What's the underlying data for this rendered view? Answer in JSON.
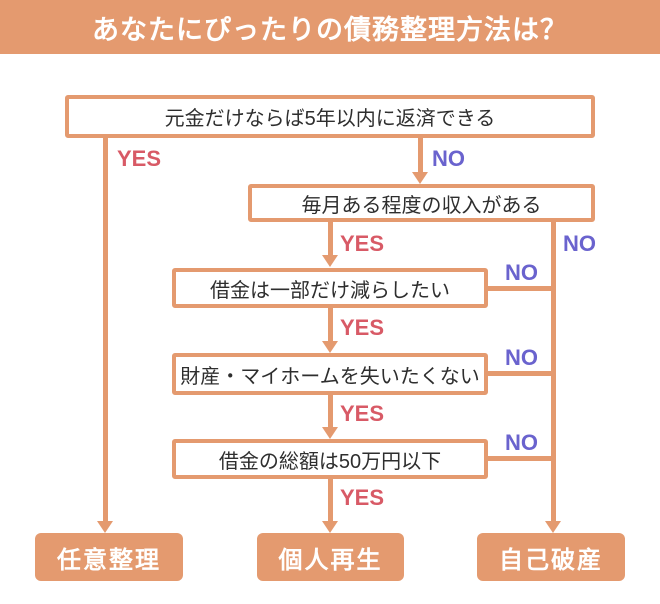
{
  "title": "あなたにぴったりの債務整理方法は？",
  "labels": {
    "yes": "YES",
    "no": "NO"
  },
  "questions": [
    {
      "id": "q1",
      "text": "元金だけならば5年以内に返済できる"
    },
    {
      "id": "q2",
      "text": "毎月ある程度の収入がある"
    },
    {
      "id": "q3",
      "text": "借金は一部だけ減らしたい"
    },
    {
      "id": "q4",
      "text": "財産・マイホームを失いたくない"
    },
    {
      "id": "q5",
      "text": "借金の総額は50万円以下"
    }
  ],
  "results": [
    {
      "id": "r1",
      "text": "任意整理"
    },
    {
      "id": "r2",
      "text": "個人再生"
    },
    {
      "id": "r3",
      "text": "自己破産"
    }
  ],
  "edges": [
    {
      "from": "q1",
      "answer": "YES",
      "to": "r1"
    },
    {
      "from": "q1",
      "answer": "NO",
      "to": "q2"
    },
    {
      "from": "q2",
      "answer": "YES",
      "to": "q3"
    },
    {
      "from": "q2",
      "answer": "NO",
      "to": "r3"
    },
    {
      "from": "q3",
      "answer": "YES",
      "to": "q4"
    },
    {
      "from": "q3",
      "answer": "NO",
      "to": "r3"
    },
    {
      "from": "q4",
      "answer": "YES",
      "to": "q5"
    },
    {
      "from": "q4",
      "answer": "NO",
      "to": "r3"
    },
    {
      "from": "q5",
      "answer": "YES",
      "to": "r2"
    },
    {
      "from": "q5",
      "answer": "NO",
      "to": "r3"
    }
  ],
  "colors": {
    "accent_orange": "#E49A6F",
    "yes_red": "#D85A66",
    "no_purple": "#6A63CE",
    "question_text": "#2E2E2E",
    "result_text": "#FFFFFF",
    "background": "#FFFFFF"
  }
}
